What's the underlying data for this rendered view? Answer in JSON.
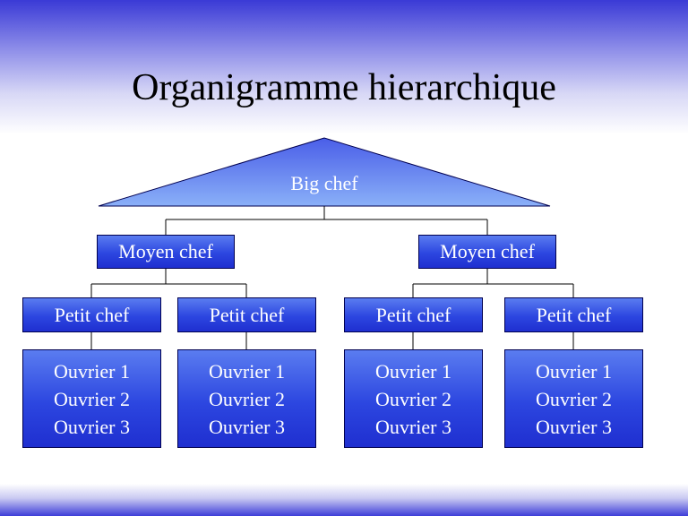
{
  "title": "Organigramme hierarchique",
  "colors": {
    "box_top": "#5a7cf0",
    "box_bottom": "#1f2fd0",
    "border": "#000050",
    "band_dark": "#3a3ad6"
  },
  "org": {
    "top": "Big chef",
    "middle": [
      {
        "label": "Moyen chef",
        "children": [
          {
            "label": "Petit chef",
            "workers": [
              "Ouvrier 1",
              "Ouvrier 2",
              "Ouvrier 3"
            ]
          },
          {
            "label": "Petit chef",
            "workers": [
              "Ouvrier 1",
              "Ouvrier 2",
              "Ouvrier 3"
            ]
          }
        ]
      },
      {
        "label": "Moyen chef",
        "children": [
          {
            "label": "Petit chef",
            "workers": [
              "Ouvrier 1",
              "Ouvrier 2",
              "Ouvrier 3"
            ]
          },
          {
            "label": "Petit chef",
            "workers": [
              "Ouvrier 1",
              "Ouvrier 2",
              "Ouvrier 3"
            ]
          }
        ]
      }
    ]
  }
}
